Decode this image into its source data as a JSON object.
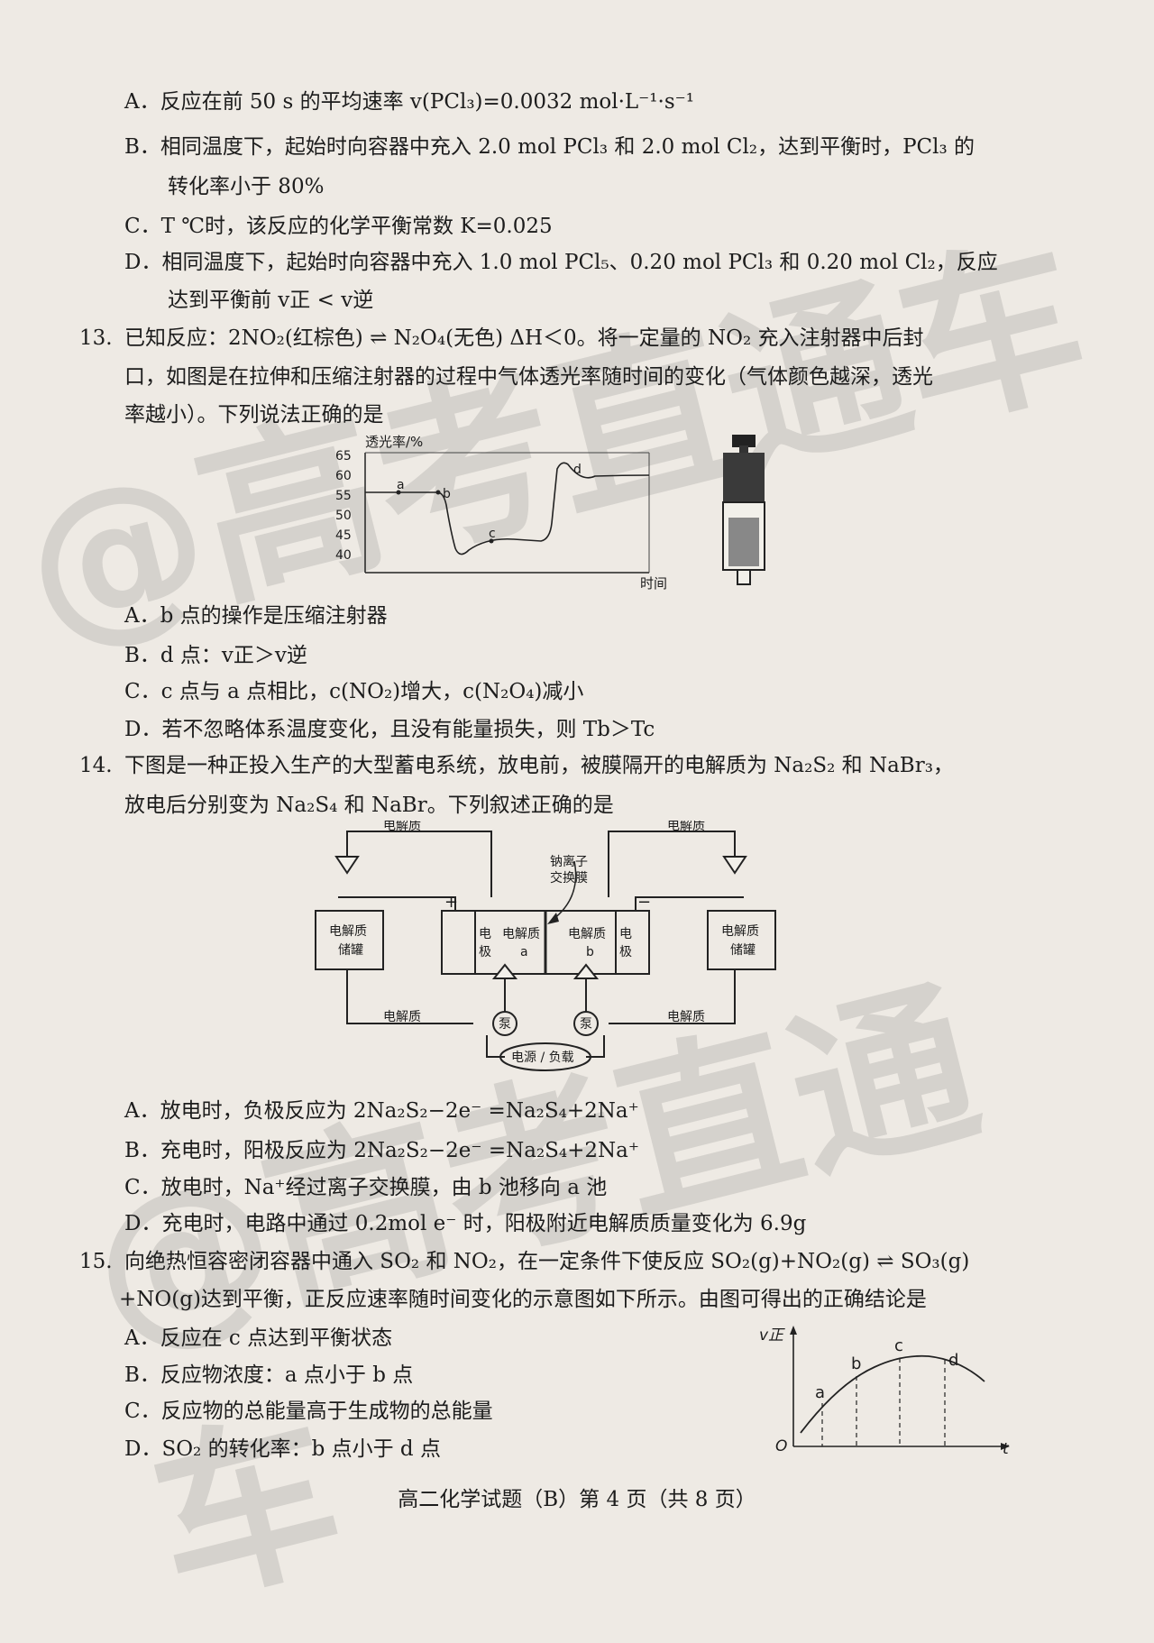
{
  "q12": {
    "A": "A．反应在前 50 s 的平均速率 v(PCl₃)=0.0032 mol·L⁻¹·s⁻¹",
    "B1": "B．相同温度下，起始时向容器中充入 2.0 mol PCl₃ 和 2.0 mol Cl₂，达到平衡时，PCl₃ 的",
    "B2": "转化率小于 80%",
    "C": "C．T ℃时，该反应的化学平衡常数 K=0.025",
    "D1": "D．相同温度下，起始时向容器中充入 1.0 mol PCl₅、0.20 mol PCl₃ 和 0.20 mol Cl₂，反应",
    "D2": "达到平衡前 v正 < v逆"
  },
  "q13": {
    "num": "13.",
    "stem1": "已知反应：2NO₂(红棕色) ⇌ N₂O₄(无色)  ΔH＜0。将一定量的 NO₂ 充入注射器中后封",
    "stem2": "口，如图是在拉伸和压缩注射器的过程中气体透光率随时间的变化（气体颜色越深，透光",
    "stem3": "率越小）。下列说法正确的是",
    "chart": {
      "ylabel": "透光率/%",
      "xlabel": "时间",
      "yticks": [
        "65",
        "60",
        "55",
        "50",
        "45",
        "40"
      ],
      "points": [
        "a",
        "b",
        "c",
        "d"
      ]
    },
    "A": "A．b 点的操作是压缩注射器",
    "B": "B．d 点：v正＞v逆",
    "C": "C．c 点与 a 点相比，c(NO₂)增大，c(N₂O₄)减小",
    "D": "D．若不忽略体系温度变化，且没有能量损失，则 Tb＞Tc"
  },
  "q14": {
    "num": "14.",
    "stem1": "下图是一种正投入生产的大型蓄电系统，放电前，被膜隔开的电解质为 Na₂S₂ 和 NaBr₃，",
    "stem2": "放电后分别变为 Na₂S₄ 和 NaBr。下列叙述正确的是",
    "diagram": {
      "top_left": "电解质",
      "top_right": "电解质",
      "bottom_left": "电解质",
      "bottom_right": "电解质",
      "membrane": "钠离子",
      "membrane2": "交换膜",
      "tank_left1": "电解质",
      "tank_left2": "储罐",
      "tank_right1": "电解质",
      "tank_right2": "储罐",
      "electrode1": "电",
      "electrode2": "极",
      "cell_a1": "电解质",
      "cell_a2": "a",
      "cell_b1": "电解质",
      "cell_b2": "b",
      "pump": "泵",
      "source": "电源 / 负载",
      "plus": "+",
      "minus": "−"
    },
    "A": "A．放电时，负极反应为 2Na₂S₂−2e⁻ =Na₂S₄+2Na⁺",
    "B": "B．充电时，阳极反应为 2Na₂S₂−2e⁻ =Na₂S₄+2Na⁺",
    "C": "C．放电时，Na⁺经过离子交换膜，由 b 池移向 a 池",
    "D": "D．充电时，电路中通过 0.2mol e⁻ 时，阳极附近电解质质量变化为 6.9g"
  },
  "q15": {
    "num": "15.",
    "stem1": "向绝热恒容密闭容器中通入 SO₂ 和 NO₂，在一定条件下使反应 SO₂(g)+NO₂(g) ⇌ SO₃(g)",
    "stem2": "+NO(g)达到平衡，正反应速率随时间变化的示意图如下所示。由图可得出的正确结论是",
    "chart": {
      "ylabel": "v正",
      "xlabel": "t",
      "origin": "O",
      "points": [
        "a",
        "b",
        "c",
        "d"
      ]
    },
    "A": "A．反应在 c 点达到平衡状态",
    "B": "B．反应物浓度：a 点小于 b 点",
    "C": "C．反应物的总能量高于生成物的总能量",
    "D": "D．SO₂ 的转化率：b 点小于 d 点"
  },
  "footer": "高二化学试题（B）第 4 页（共 8 页）",
  "watermark": "@高考直通车"
}
